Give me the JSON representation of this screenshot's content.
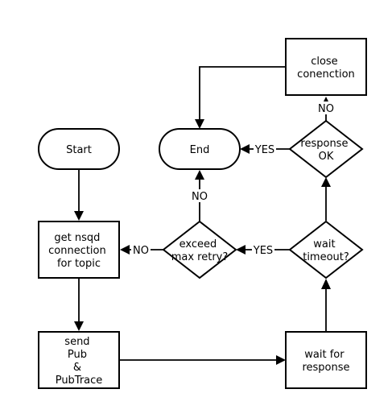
{
  "diagram": {
    "nodes": {
      "start": {
        "shape": "terminator",
        "lines": [
          "Start"
        ]
      },
      "end": {
        "shape": "terminator",
        "lines": [
          "End"
        ]
      },
      "get_conn": {
        "shape": "process",
        "lines": [
          "get nsqd",
          "connection",
          "for topic"
        ]
      },
      "send": {
        "shape": "process",
        "lines": [
          "send",
          "Pub",
          "&",
          "PubTrace"
        ]
      },
      "wait_resp": {
        "shape": "process",
        "lines": [
          "wait for",
          "response"
        ]
      },
      "close_conn": {
        "shape": "process",
        "lines": [
          "close",
          "conenction"
        ]
      },
      "exceed": {
        "shape": "decision",
        "lines": [
          "exceed",
          "max retry?"
        ]
      },
      "timeout": {
        "shape": "decision",
        "lines": [
          "wait",
          "timeout?"
        ]
      },
      "resp_ok": {
        "shape": "decision",
        "lines": [
          "response",
          "OK"
        ]
      }
    },
    "edges": [
      {
        "id": "start-to-get",
        "from": "start",
        "to": "get_conn",
        "label": ""
      },
      {
        "id": "get-to-send",
        "from": "get_conn",
        "to": "send",
        "label": ""
      },
      {
        "id": "send-to-wait",
        "from": "send",
        "to": "wait_resp",
        "label": ""
      },
      {
        "id": "wait-to-timeout",
        "from": "wait_resp",
        "to": "timeout",
        "label": ""
      },
      {
        "id": "timeout-to-exceed",
        "from": "timeout",
        "to": "exceed",
        "label": "YES"
      },
      {
        "id": "timeout-to-respok",
        "from": "timeout",
        "to": "resp_ok",
        "label": ""
      },
      {
        "id": "exceed-to-get",
        "from": "exceed",
        "to": "get_conn",
        "label": "NO"
      },
      {
        "id": "exceed-to-end",
        "from": "exceed",
        "to": "end",
        "label": "NO"
      },
      {
        "id": "respok-to-end",
        "from": "resp_ok",
        "to": "end",
        "label": "YES"
      },
      {
        "id": "respok-to-close",
        "from": "resp_ok",
        "to": "close_conn",
        "label": "NO"
      },
      {
        "id": "close-to-end",
        "from": "close_conn",
        "to": "end",
        "label": ""
      }
    ]
  }
}
